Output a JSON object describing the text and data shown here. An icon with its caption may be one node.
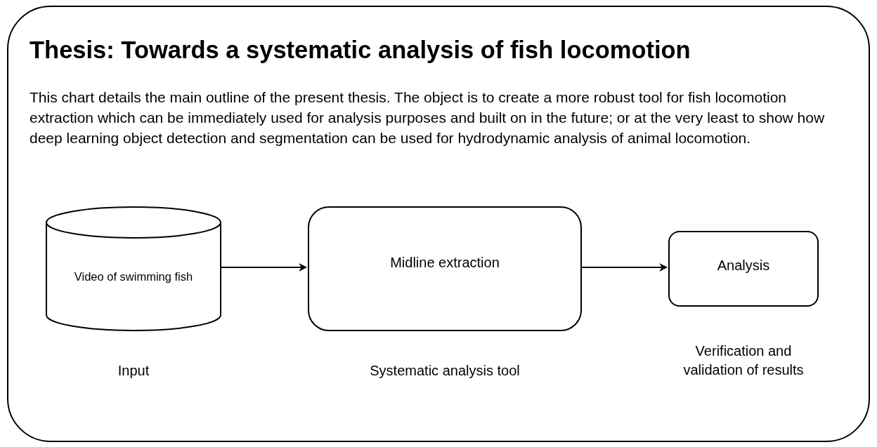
{
  "diagram": {
    "nodes": [
      {
        "text": [
          "Thesis: Towards a systematic analysis of fish locomotion",
          "This chart details the main outline of the present thesis. The object is to create a more robust tool for fish locomotion extraction which can be immediately used for analysis purposes and built on in the future; or at the very least to show how deep learning object detection and segmentation can be used for hydrodynamic analysis of animal locomotion."
        ]
      },
      {
        "text": [
          "Video of swimming fish"
        ],
        "in": 0,
        "beside": [
          "Input"
        ]
      },
      {
        "text": [
          "Midline extraction"
        ],
        "in": 0,
        "beside": [
          "Systematic analysis tool"
        ]
      },
      {
        "text": [
          "Analysis"
        ],
        "in": 0,
        "beside": [
          "Verification and validation of results"
        ]
      }
    ],
    "edges": [
      {
        "from": 1,
        "to": 2,
        "arrow": "to"
      },
      {
        "from": 2,
        "to": 3,
        "arrow": "to"
      }
    ]
  }
}
